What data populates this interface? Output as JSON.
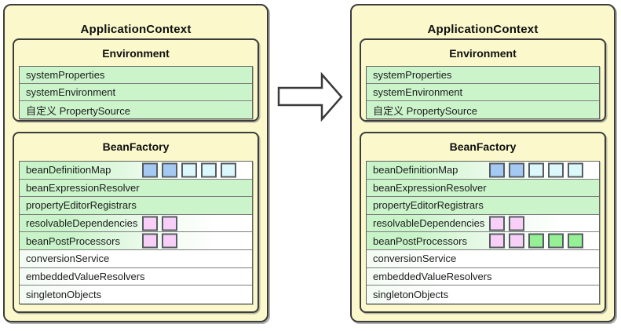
{
  "colors": {
    "panel_bg": "#FBF9CC",
    "row_green": "#CBF4CB",
    "square_blue": "#A4CAF3",
    "square_cyan": "#DCF8FA",
    "square_pink": "#F8D0F7",
    "square_green": "#96F096",
    "border_dark": "#3C3C3C"
  },
  "arrow": {
    "direction": "right"
  },
  "panels": [
    {
      "title": "ApplicationContext",
      "environment": {
        "title": "Environment",
        "rows": [
          {
            "label": "systemProperties"
          },
          {
            "label": "systemEnvironment"
          },
          {
            "label": "自定义 PropertySource"
          }
        ]
      },
      "bean_factory": {
        "title": "BeanFactory",
        "rows": [
          {
            "label": "beanDefinitionMap",
            "squares": [
              "blue",
              "blue",
              "cyan",
              "cyan",
              "cyan"
            ]
          },
          {
            "label": "beanExpressionResolver",
            "squares": []
          },
          {
            "label": "propertyEditorRegistrars",
            "squares": []
          },
          {
            "label": "resolvableDependencies",
            "squares": [
              "pink",
              "pink"
            ]
          },
          {
            "label": "beanPostProcessors",
            "squares": [
              "pink",
              "pink"
            ]
          },
          {
            "label": "conversionService",
            "squares": []
          },
          {
            "label": "embeddedValueResolvers",
            "squares": []
          },
          {
            "label": "singletonObjects",
            "squares": []
          }
        ]
      }
    },
    {
      "title": "ApplicationContext",
      "environment": {
        "title": "Environment",
        "rows": [
          {
            "label": "systemProperties"
          },
          {
            "label": "systemEnvironment"
          },
          {
            "label": "自定义 PropertySource"
          }
        ]
      },
      "bean_factory": {
        "title": "BeanFactory",
        "rows": [
          {
            "label": "beanDefinitionMap",
            "squares": [
              "blue",
              "blue",
              "cyan",
              "cyan",
              "cyan"
            ]
          },
          {
            "label": "beanExpressionResolver",
            "squares": []
          },
          {
            "label": "propertyEditorRegistrars",
            "squares": []
          },
          {
            "label": "resolvableDependencies",
            "squares": [
              "pink",
              "pink"
            ]
          },
          {
            "label": "beanPostProcessors",
            "squares": [
              "pink",
              "pink",
              "green",
              "green",
              "green"
            ]
          },
          {
            "label": "conversionService",
            "squares": []
          },
          {
            "label": "embeddedValueResolvers",
            "squares": []
          },
          {
            "label": "singletonObjects",
            "squares": []
          }
        ]
      }
    }
  ]
}
